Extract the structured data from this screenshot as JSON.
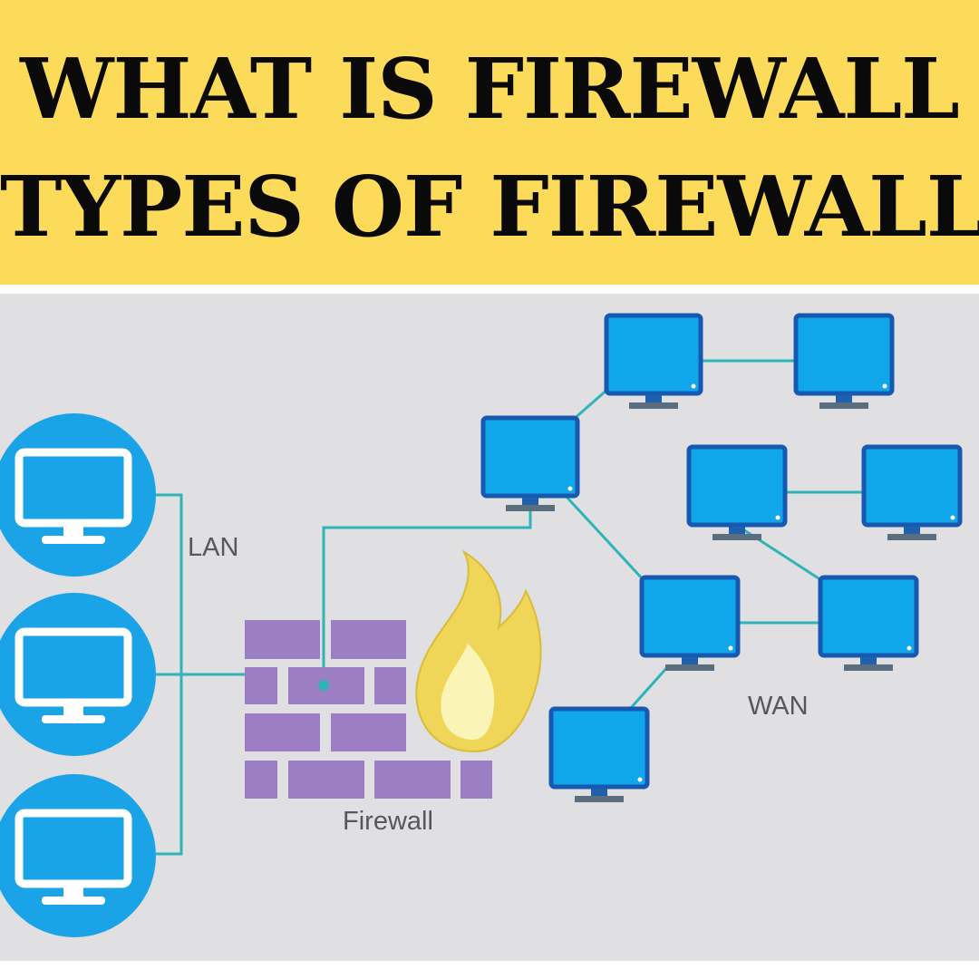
{
  "title": {
    "line1": "WHAT IS FIREWALL",
    "line2": "TYPES OF FIREWALL"
  },
  "diagram": {
    "labels": {
      "lan": "LAN",
      "wan": "WAN",
      "firewall": "Firewall"
    },
    "icons": {
      "lan_computer": "monitor-icon",
      "wan_computer": "monitor-icon",
      "firewall": "brick-wall-icon",
      "flame": "flame-icon"
    },
    "colors": {
      "banner": "#fddb5a",
      "background": "#e0dfe2",
      "lan_circle": "#1aa3e6",
      "monitor_screen": "#0fa6ea",
      "monitor_frame": "#1758b0",
      "connector": "#2eb4b8",
      "wall_brick": "#9c7ec4",
      "flame_outer": "#efd658",
      "flame_inner": "#faf4b6"
    }
  }
}
